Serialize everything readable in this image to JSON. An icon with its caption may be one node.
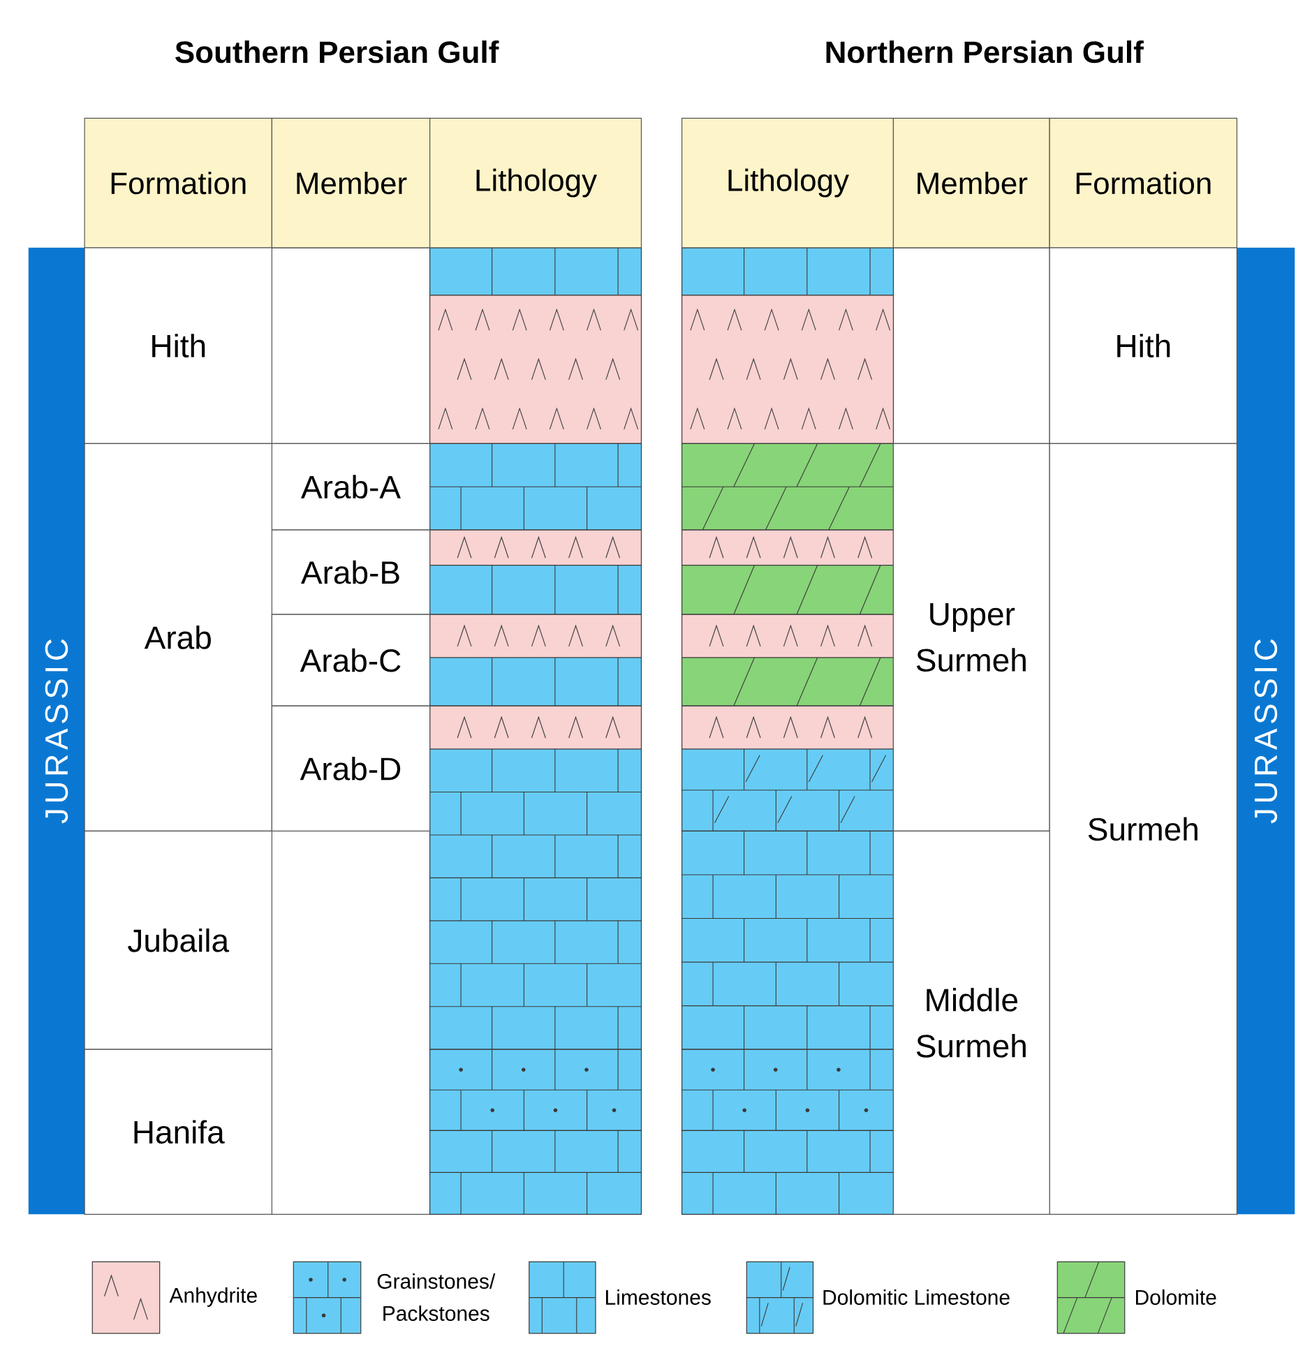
{
  "diagram": {
    "labels": [
      "Southern Persian Gulf",
      "Northern Persian Gulf",
      "Formation",
      "Member",
      "Lithology",
      "Lithology",
      "Member",
      "Formation",
      "JURASSIC",
      "JURASSIC",
      "Hith",
      "Hith",
      "Arab-A",
      "Arab-B",
      "Arab",
      "Upper Surmeh",
      "Surmeh",
      "Arab-C",
      "Arab-D",
      "Jubaila",
      "Middle Surmeh",
      "Hanifa"
    ],
    "legend": [
      {
        "text": "Anhydrite"
      },
      {
        "text": "Grainstones/ Packstones"
      },
      {
        "text": "Limestones"
      },
      {
        "text": "Dolomitic Limestone"
      },
      {
        "text": "Dolomite"
      }
    ]
  }
}
